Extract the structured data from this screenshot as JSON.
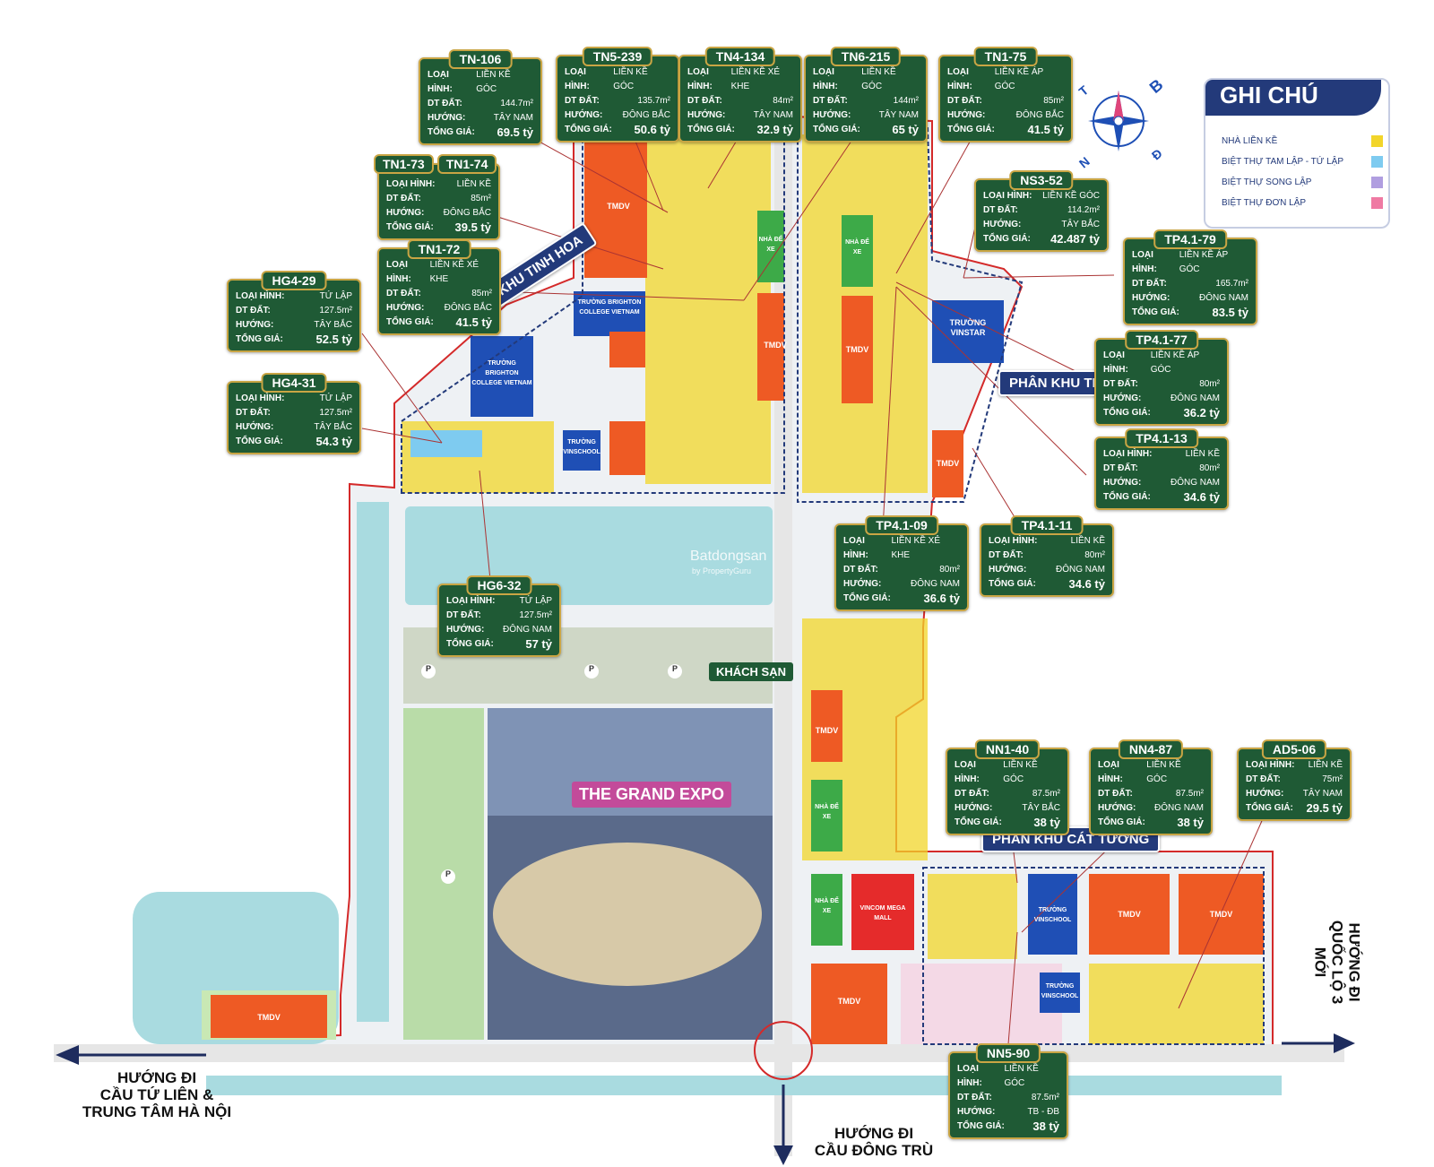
{
  "legend": {
    "title": "GHI CHÚ",
    "items": [
      {
        "label": "NHÀ LIỀN KỀ",
        "color": "#f2d52a"
      },
      {
        "label": "BIỆT THỰ TAM LẬP - TỨ LẬP",
        "color": "#7ecbf0"
      },
      {
        "label": "BIỆT THỰ SONG LẬP",
        "color": "#b09ee0"
      },
      {
        "label": "BIỆT THỰ ĐƠN LẬP",
        "color": "#ef7aa3"
      }
    ]
  },
  "field_labels": {
    "type": "LOẠI HÌNH:",
    "area": "DT ĐẤT:",
    "direction": "HƯỚNG:",
    "price": "TỔNG GIÁ:"
  },
  "listings": {
    "tn106": {
      "code": "TN-106",
      "type": "LIỀN KỀ GÓC",
      "area": "144.7m²",
      "direction": "TÂY NAM",
      "price": "69.5 tỷ"
    },
    "tn5239": {
      "code": "TN5-239",
      "type": "LIỀN KỀ GÓC",
      "area": "135.7m²",
      "direction": "ĐÔNG BẮC",
      "price": "50.6 tỷ"
    },
    "tn4134": {
      "code": "TN4-134",
      "type": "LIỀN KỀ XẺ KHE",
      "area": "84m²",
      "direction": "TÂY NAM",
      "price": "32.9 tỷ"
    },
    "tn6215": {
      "code": "TN6-215",
      "type": "LIỀN KỀ GÓC",
      "area": "144m²",
      "direction": "TÂY NAM",
      "price": "65 tỷ"
    },
    "tn175": {
      "code": "TN1-75",
      "type": "LIỀN KỀ ÁP GÓC",
      "area": "85m²",
      "direction": "ĐÔNG BẮC",
      "price": "41.5 tỷ"
    },
    "tn1734": {
      "code": "TN1-74",
      "type": "LIỀN KỀ",
      "area": "85m²",
      "direction": "ĐÔNG BẮC",
      "price": "39.5 tỷ"
    },
    "tn172": {
      "code": "TN1-72",
      "type": "LIỀN KỀ XẺ KHE",
      "area": "85m²",
      "direction": "ĐÔNG BẮC",
      "price": "41.5 tỷ"
    },
    "hg429": {
      "code": "HG4-29",
      "type": "TỨ LẬP",
      "area": "127.5m²",
      "direction": "TÂY BẮC",
      "price": "52.5 tỷ"
    },
    "hg431": {
      "code": "HG4-31",
      "type": "TỨ LẬP",
      "area": "127.5m²",
      "direction": "TÂY BẮC",
      "price": "54.3 tỷ"
    },
    "ns352": {
      "code": "NS3-52",
      "type": "LIỀN KỀ GÓC",
      "area": "114.2m²",
      "direction": "TÂY BẮC",
      "price": "42.487 tỷ"
    },
    "tp4179": {
      "code": "TP4.1-79",
      "type": "LIỀN KỀ ÁP GÓC",
      "area": "165.7m²",
      "direction": "ĐÔNG NAM",
      "price": "83.5 tỷ"
    },
    "tp4177": {
      "code": "TP4.1-77",
      "type": "LIỀN KỀ ÁP GÓC",
      "area": "80m²",
      "direction": "ĐÔNG NAM",
      "price": "36.2 tỷ"
    },
    "tp4113": {
      "code": "TP4.1-13",
      "type": "LIỀN KỀ",
      "area": "80m²",
      "direction": "ĐÔNG NAM",
      "price": "34.6 tỷ"
    },
    "tp4109": {
      "code": "TP4.1-09",
      "type": "LIỀN KỀ XẺ KHE",
      "area": "80m²",
      "direction": "ĐÔNG NAM",
      "price": "36.6 tỷ"
    },
    "tp4111": {
      "code": "TP4.1-11",
      "type": "LIỀN KỀ",
      "area": "80m²",
      "direction": "ĐÔNG NAM",
      "price": "34.6 tỷ"
    },
    "hg632": {
      "code": "HG6-32",
      "type": "TỨ LẬP",
      "area": "127.5m²",
      "direction": "ĐÔNG NAM",
      "price": "57 tỷ"
    },
    "nn140": {
      "code": "NN1-40",
      "type": "LIỀN KỀ GÓC",
      "area": "87.5m²",
      "direction": "TÂY BẮC",
      "price": "38 tỷ"
    },
    "nn487": {
      "code": "NN4-87",
      "type": "LIỀN KỀ GÓC",
      "area": "87.5m²",
      "direction": "ĐÔNG NAM",
      "price": "38 tỷ"
    },
    "ad506": {
      "code": "AD5-06",
      "type": "LIỀN KỀ",
      "area": "75m²",
      "direction": "TÂY NAM",
      "price": "29.5 tỷ"
    },
    "nn590": {
      "code": "NN5-90",
      "type": "LIỀN KỀ GÓC",
      "area": "87.5m²",
      "direction": "TB - ĐB",
      "price": "38 tỷ"
    }
  },
  "pair_codes": {
    "left": "TN1-73",
    "right": "TN1-74"
  },
  "zones": {
    "tinh_hoa": "PHÂN KHU TINH HOA",
    "thinh": "PHÂN KHU THỊN",
    "cat_tuong": "PHÂN KHU CÁT TƯỜNG"
  },
  "places": {
    "grand_expo": "THE GRAND EXPO",
    "hotel": "KHÁCH SẠN",
    "tmdv": "TMDV",
    "parking_lot": "NHÀ ĐỂ XE",
    "brighton": "TRƯỜNG BRIGHTON COLLEGE VIETNAM",
    "vinschool": "TRƯỜNG VINSCHOOL",
    "vinstar": "TRƯỜNG VINSTAR",
    "vincom": "VINCOM MEGA MALL",
    "parking": "P"
  },
  "directions": {
    "west": "HƯỚNG ĐI\nCẦU TỨ LIÊN &\nTRUNG TÂM HÀ NỘI",
    "south": "HƯỚNG ĐI\nCẦU ĐÔNG TRÙ",
    "east": "HƯỚNG ĐI\nQUỐC LỘ 3 MỚI"
  },
  "compass": {
    "n": "B",
    "s": "N",
    "e": "Đ",
    "w": "T"
  },
  "watermark": {
    "brand": "Batdongsan",
    "sub": "by PropertyGuru"
  },
  "colors": {
    "card_bg": "#1f5a35",
    "card_border": "#c9a544",
    "zone_bg": "#233a7a",
    "boundary": "#d42a2a",
    "water": "#a9dbe0",
    "commercial": "#ee5a24",
    "school": "#1f4fb5",
    "green": "#3daa48",
    "mall": "#e52b2b"
  }
}
